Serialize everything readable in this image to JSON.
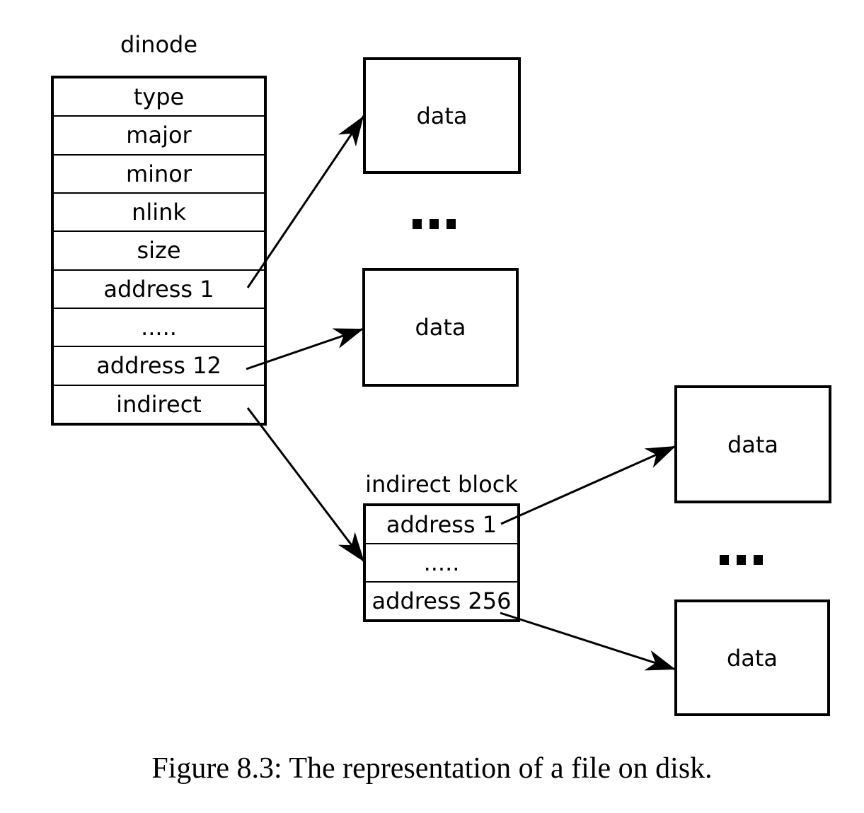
{
  "diagram": {
    "dinode": {
      "title": "dinode",
      "rows": [
        "type",
        "major",
        "minor",
        "nlink",
        "size",
        "address 1",
        ".....",
        "address 12",
        "indirect"
      ]
    },
    "indirect_block": {
      "title": "indirect block",
      "rows": [
        "address 1",
        ".....",
        "address 256"
      ]
    },
    "data_boxes": [
      "data",
      "data",
      "data",
      "data"
    ],
    "ellipsis": "...",
    "colors": {
      "ink": "#000000",
      "background": "#ffffff"
    }
  },
  "caption": "Figure 8.3: The representation of a file on disk."
}
